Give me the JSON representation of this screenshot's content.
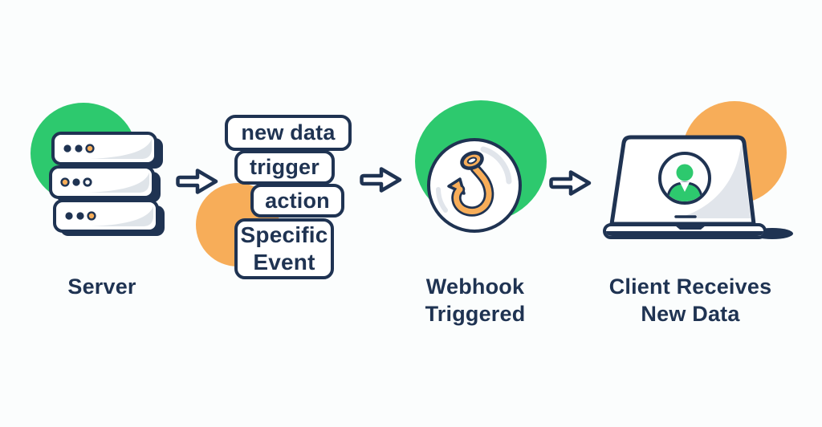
{
  "colors": {
    "navy": "#1f3352",
    "green": "#2dc96e",
    "orange": "#f7ad59",
    "gray": "#dce1e7",
    "bg": "#fbfdfd"
  },
  "server": {
    "label": "Server",
    "icon": "server-stack-icon"
  },
  "event_stack": {
    "items": [
      {
        "label": "new data"
      },
      {
        "label": "trigger"
      },
      {
        "label": "action"
      },
      {
        "label": "Specific Event"
      }
    ]
  },
  "webhook": {
    "label": "Webhook Triggered",
    "icon": "fish-hook-icon"
  },
  "client": {
    "label": "Client Receives New Data",
    "icon": "laptop-user-icon"
  },
  "arrows": [
    {
      "name": "right-arrow"
    },
    {
      "name": "right-arrow"
    },
    {
      "name": "right-arrow"
    }
  ]
}
